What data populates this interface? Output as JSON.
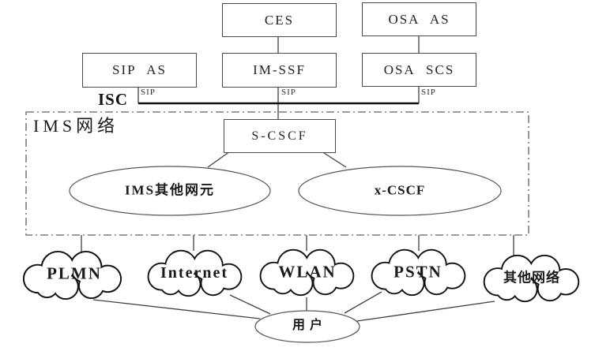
{
  "boxes": {
    "ces": "CES",
    "osa_as": "OSA AS",
    "sip_as": "SIP AS",
    "im_ssf": "IM-SSF",
    "osa_scs": "OSA SCS",
    "s_cscf": "S-CSCF"
  },
  "interface_labels": {
    "isc": "ISC",
    "sip_1": "SIP",
    "sip_2": "SIP",
    "sip_3": "SIP"
  },
  "ims_box_label": "IMS网络",
  "ellipses": {
    "ims_other": "IMS其他网元",
    "x_cscf": "x-CSCF"
  },
  "clouds": {
    "plmn": "PLMN",
    "internet": "Internet",
    "wlan": "WLAN",
    "pstn": "PSTN",
    "other": "其他网络"
  },
  "user": "用户",
  "colors": {
    "line": "#3f3f3f",
    "bus_line": "#111111",
    "box_border": "#4a4a4a",
    "dashed_border": "#606060",
    "cloud_stroke": "#111111",
    "text": "#1a1a1a",
    "background": "#ffffff"
  }
}
